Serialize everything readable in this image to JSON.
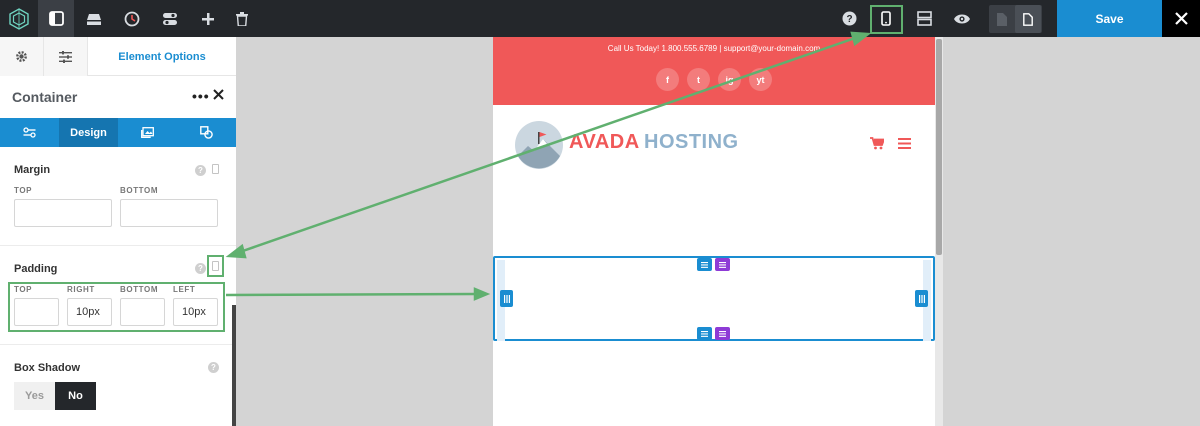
{
  "toolbar": {
    "save_label": "Save",
    "icons": [
      "avada-logo-icon",
      "sidebar-toggle-icon",
      "library-icon",
      "history-icon",
      "toggle-icon",
      "add-icon",
      "trash-icon",
      "help-icon",
      "mobile-preview-icon",
      "layout-icon",
      "eye-icon",
      "file-icon",
      "file-active-icon",
      "close-icon"
    ]
  },
  "sidebar": {
    "tab_options_label": "Element Options",
    "panel_title": "Container",
    "design_tab_label": "Design",
    "margin": {
      "title": "Margin",
      "top_label": "TOP",
      "bottom_label": "BOTTOM",
      "top_value": "",
      "bottom_value": ""
    },
    "padding": {
      "title": "Padding",
      "top_label": "TOP",
      "right_label": "RIGHT",
      "bottom_label": "BOTTOM",
      "left_label": "LEFT",
      "top_value": "",
      "right_value": "10px",
      "bottom_value": "",
      "left_value": "10px"
    },
    "box_shadow": {
      "title": "Box Shadow",
      "yes_label": "Yes",
      "no_label": "No",
      "selected": "No"
    },
    "help_icon_text": "?"
  },
  "preview": {
    "contact_text": "Call Us Today! 1.800.555.6789  |  support@your-domain.com",
    "socials": [
      "f",
      "t",
      "ig",
      "yt"
    ],
    "brand_part1": "AVADA",
    "brand_part2": "HOSTING"
  },
  "colors": {
    "accent_blue": "#1a8dd1",
    "highlight_green": "#60b06f",
    "brand_red": "#f05858",
    "brand_blue": "#8fb1cc",
    "toolbar_dark": "#24272b",
    "purple_control": "#8e3bd6"
  }
}
